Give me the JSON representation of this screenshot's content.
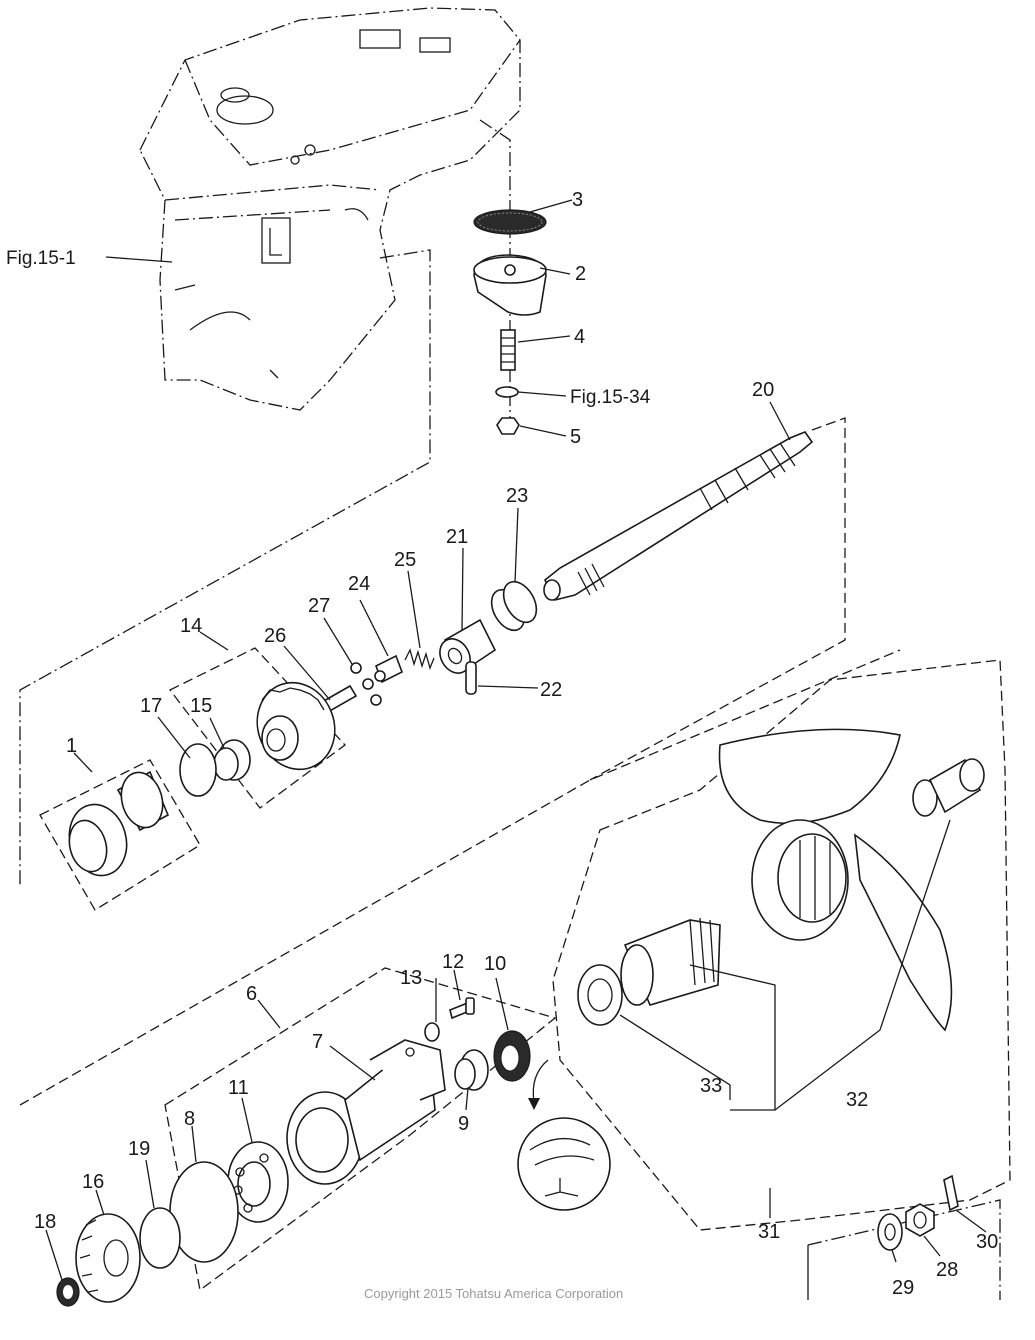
{
  "labels": {
    "p1": "1",
    "p2": "2",
    "p3": "3",
    "p4": "4",
    "p5": "5",
    "p6": "6",
    "p7": "7",
    "p8": "8",
    "p9": "9",
    "p10": "10",
    "p11": "11",
    "p12": "12",
    "p13": "13",
    "p14": "14",
    "p15": "15",
    "p16": "16",
    "p17": "17",
    "p18": "18",
    "p19": "19",
    "p20": "20",
    "p21": "21",
    "p22": "22",
    "p23": "23",
    "p24": "24",
    "p25": "25",
    "p26": "26",
    "p27": "27",
    "p28": "28",
    "p29": "29",
    "p30": "30",
    "p31": "31",
    "p32": "32",
    "p33": "33"
  },
  "references": {
    "fig15_1": "Fig.15-1",
    "fig15_34": "Fig.15-34"
  },
  "copyright": "Copyright 2015 Tohatsu America Corporation"
}
